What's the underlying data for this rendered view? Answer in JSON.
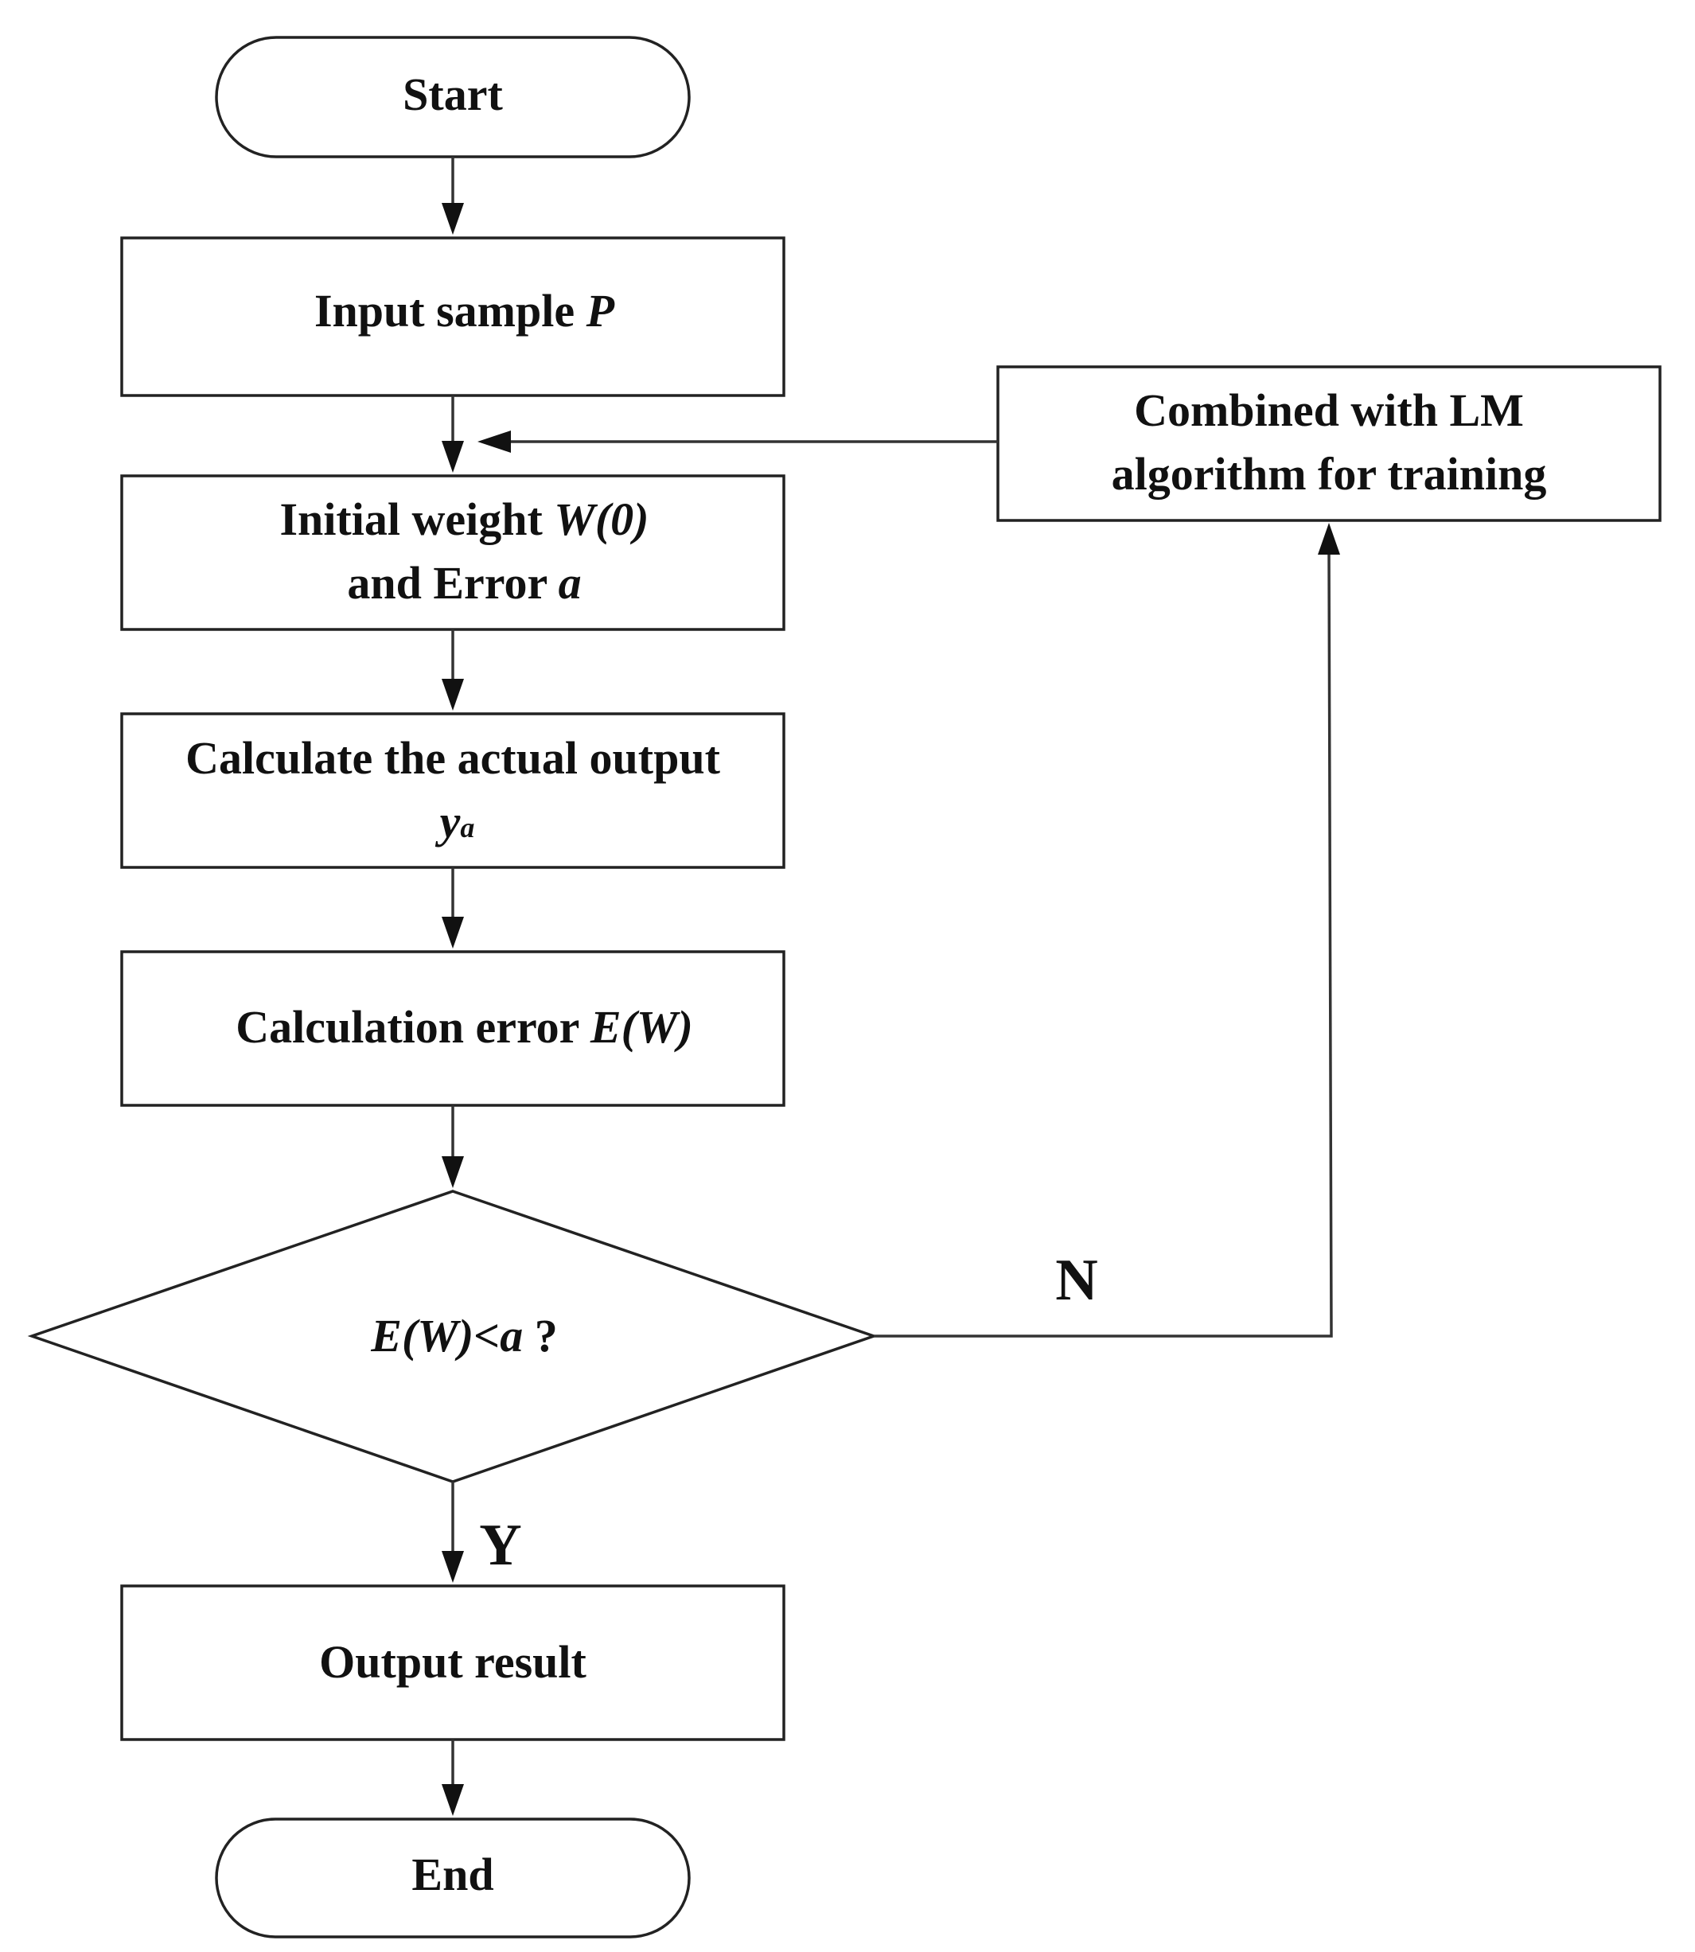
{
  "colors": {
    "stroke": "#222222",
    "text": "#111111",
    "background": "#ffffff"
  },
  "nodes": {
    "start": {
      "text": "Start"
    },
    "input": {
      "text": "Input sample ",
      "var": "P"
    },
    "init": {
      "line1_text": "Initial weight ",
      "line1_var": "W(0)",
      "line2_text": "and Error ",
      "line2_var": "a"
    },
    "calc_output": {
      "line1": "Calculate the actual output",
      "var": "y",
      "sub": "a"
    },
    "calc_error": {
      "text": "Calculation error ",
      "var": "E(W)"
    },
    "decision": {
      "var": "E(W)<a",
      "suffix": " ?"
    },
    "lm": {
      "line1": "Combined with LM",
      "line2": "algorithm for training"
    },
    "output": {
      "text": "Output result"
    },
    "end": {
      "text": "End"
    }
  },
  "edge_labels": {
    "no": "N",
    "yes": "Y"
  }
}
